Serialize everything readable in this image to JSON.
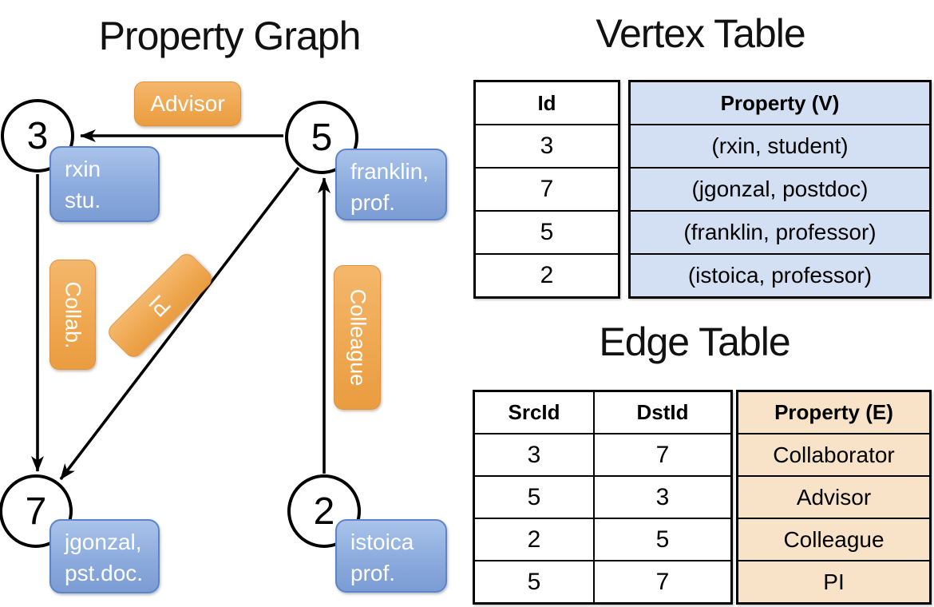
{
  "titles": {
    "graph": "Property Graph",
    "vertex": "Vertex Table",
    "edge": "Edge Table"
  },
  "graph": {
    "nodes": [
      {
        "id": "3",
        "prop_line1": "rxin",
        "prop_line2": "stu."
      },
      {
        "id": "5",
        "prop_line1": "franklin,",
        "prop_line2": "prof."
      },
      {
        "id": "7",
        "prop_line1": "jgonzal,",
        "prop_line2": "pst.doc."
      },
      {
        "id": "2",
        "prop_line1": "istoica",
        "prop_line2": "prof."
      }
    ],
    "edge_labels": [
      {
        "text": "Advisor"
      },
      {
        "text": "Collab."
      },
      {
        "text": "PI"
      },
      {
        "text": "Colleague"
      }
    ]
  },
  "vertex_table": {
    "headers": {
      "id": "Id",
      "property": "Property (V)"
    },
    "rows": [
      {
        "id": "3",
        "property": "(rxin, student)"
      },
      {
        "id": "7",
        "property": "(jgonzal, postdoc)"
      },
      {
        "id": "5",
        "property": "(franklin, professor)"
      },
      {
        "id": "2",
        "property": "(istoica, professor)"
      }
    ]
  },
  "edge_table": {
    "headers": {
      "src": "SrcId",
      "dst": "DstId",
      "property": "Property (E)"
    },
    "rows": [
      {
        "src": "3",
        "dst": "7",
        "property": "Collaborator"
      },
      {
        "src": "5",
        "dst": "3",
        "property": "Advisor"
      },
      {
        "src": "2",
        "dst": "5",
        "property": "Colleague"
      },
      {
        "src": "5",
        "dst": "7",
        "property": "PI"
      }
    ]
  },
  "colors": {
    "edge_label_orange": "#efa751",
    "vertex_box_blue": "#8cabdd",
    "vertex_cell_blue": "#d3dff2",
    "edge_cell_tan": "#f8e2c8",
    "line_black": "#000000"
  }
}
